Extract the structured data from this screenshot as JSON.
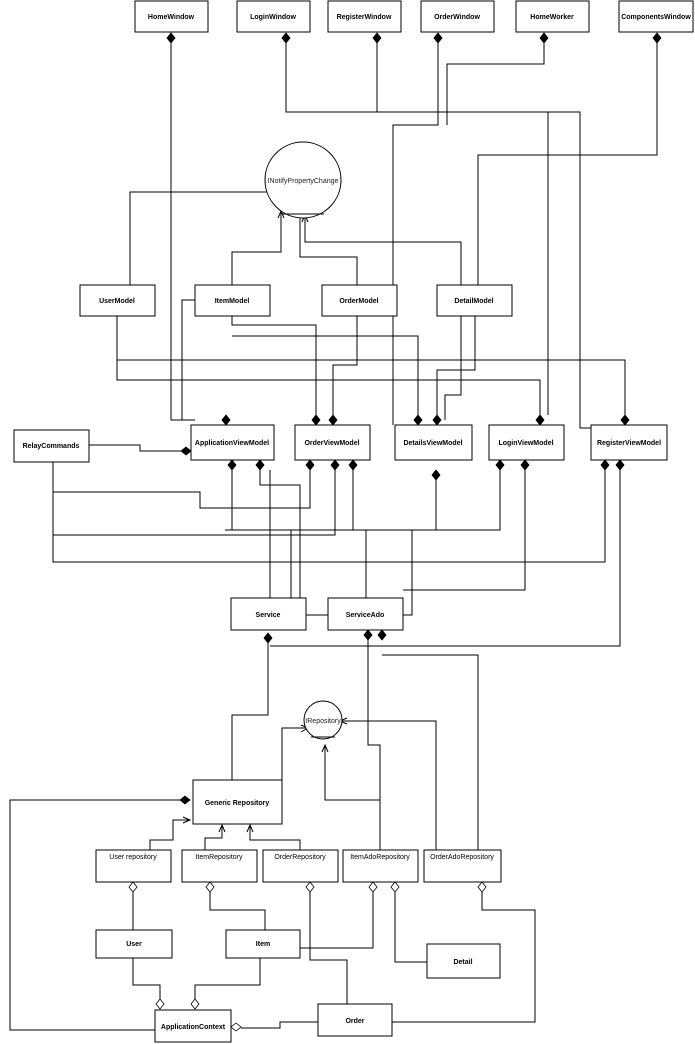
{
  "boxes": {
    "home_window": "HomeWindow",
    "login_window": "LoginWindow",
    "register_window": "RegisterWindow",
    "order_window": "OrderWindow",
    "home_worker": "HomeWorker",
    "components_window": "ComponentsWindow",
    "user_model": "UserModel",
    "item_model": "ItemModel",
    "order_model": "OrderModel",
    "detail_model": "DetailModel",
    "relay_commands": "RelayCommands",
    "application_view_model": "ApplicationViewModel",
    "order_view_model": "OrderViewModel",
    "details_view_model": "DetailsViewModel",
    "login_view_model": "LoginViewModel",
    "register_view_model": "RegisterViewModel",
    "service": "Service",
    "service_ado": "ServiceAdo",
    "generic_repository": "Generic Repository",
    "user_repository": "User repository",
    "item_repository": "ItemRepository",
    "order_repository": "OrderRepository",
    "item_ado_repository": "ItemAdoRepository",
    "order_ado_repository": "OrderAdoRepository",
    "user": "User",
    "item": "Item",
    "detail": "Detail",
    "application_context": "ApplicationContext",
    "order": "Order"
  },
  "interfaces": {
    "inotify": "INotifyPropertyChange",
    "irepository": "IRepository"
  }
}
